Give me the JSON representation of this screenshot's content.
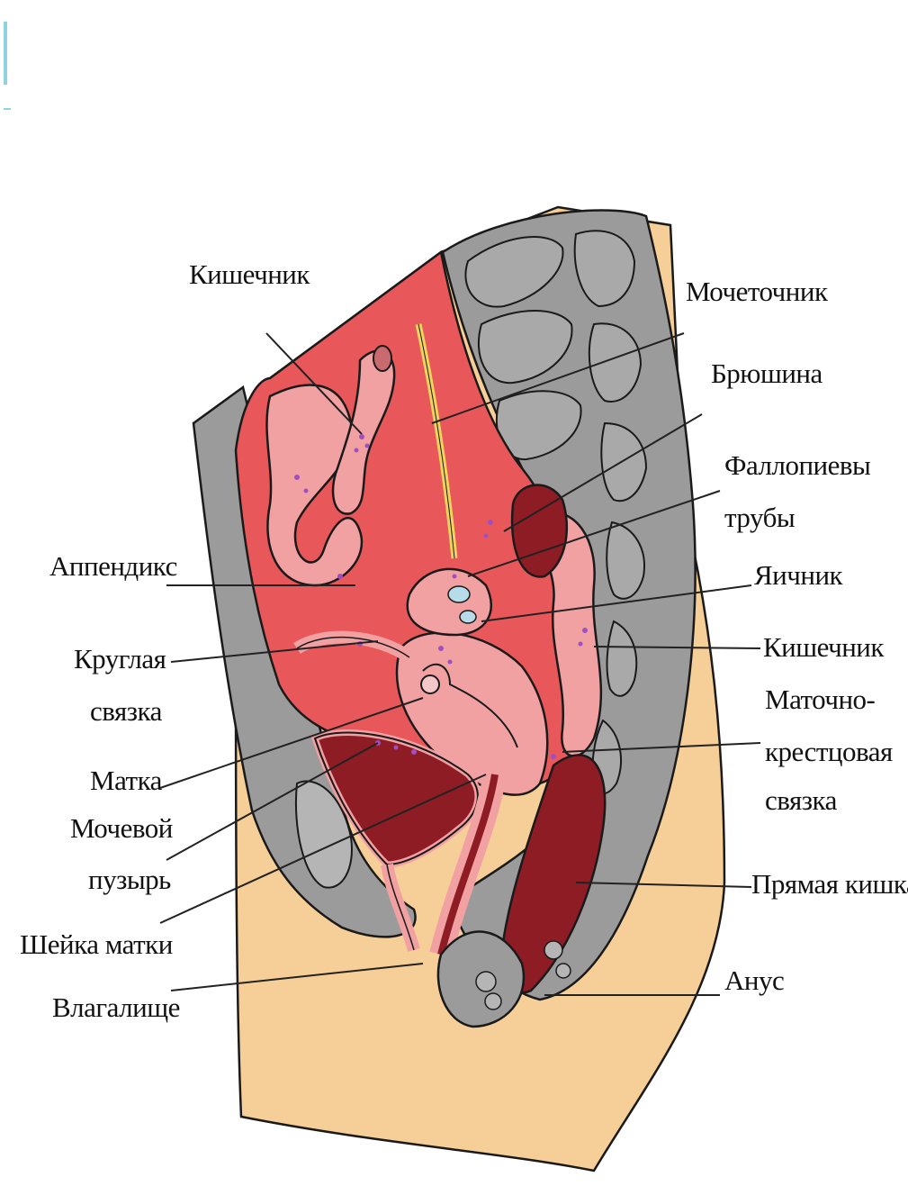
{
  "diagram": {
    "labels": {
      "intestine_top": "Кишечник",
      "ureter": "Мочеточник",
      "peritoneum": "Брюшина",
      "fallopian_1": "Фаллопиевы",
      "fallopian_2": "трубы",
      "appendix": "Аппендикс",
      "ovary": "Яичник",
      "round_lig_1": "Круглая",
      "round_lig_2": "связка",
      "intestine_right": "Кишечник",
      "uterosacral_1": "Маточно-",
      "uterosacral_2": "крестцовая",
      "uterosacral_3": "связка",
      "uterus": "Матка",
      "bladder_1": "Мочевой",
      "bladder_2": "пузырь",
      "cervix": "Шейка матки",
      "rectum": "Прямая кишка",
      "anus": "Анус",
      "vagina": "Влагалище"
    },
    "colors": {
      "skin": "#f6cf98",
      "bone_gray": "#9b9b9b",
      "cavity_red": "#e8585a",
      "organ_pink": "#f2a1a3",
      "dark_red": "#8e1c24",
      "purple_spots": "#a04fc0",
      "ureter_yellow": "#f0d35a",
      "outline": "#1a1a1a"
    }
  }
}
